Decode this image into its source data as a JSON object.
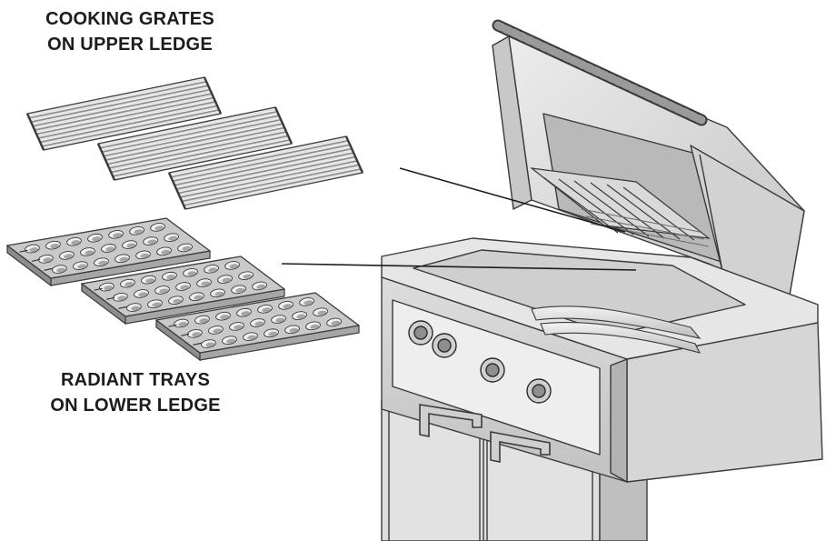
{
  "labels": {
    "cooking_grates": [
      "COOKING GRATES",
      "ON UPPER LEDGE"
    ],
    "radiant_trays": [
      "RADIANT TRAYS",
      "ON LOWER LEDGE"
    ]
  },
  "colors": {
    "outline": "#3a3a3a",
    "steel_light": "#e4e4e4",
    "steel_mid": "#c9c9c9",
    "steel_dark": "#a6a6a6",
    "shadow": "#8d8d8d"
  },
  "parts": {
    "grates": 3,
    "trays": 3,
    "knobs": 4,
    "doors": 2
  }
}
